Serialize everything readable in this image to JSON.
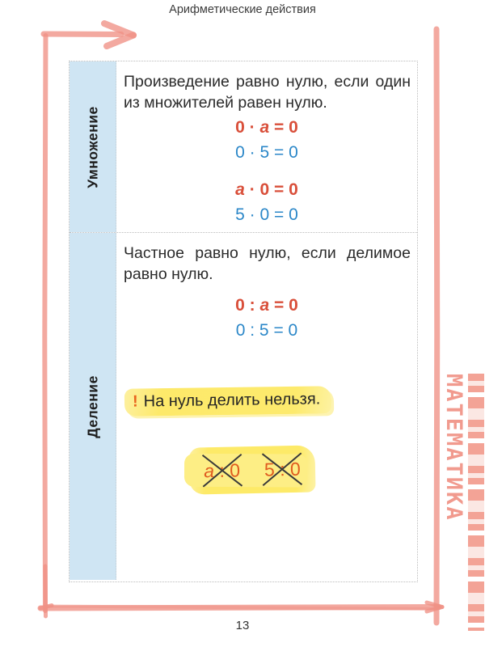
{
  "page": {
    "title": "Арифметические действия",
    "page_number": "13",
    "side_label": "МАТЕМАТИКА"
  },
  "colors": {
    "frame_pink": "#ef9185",
    "sidebar_blue": "#cfe5f3",
    "formula_red": "#d94f3a",
    "formula_blue": "#2b87c8",
    "highlight_yellow": "#fdea68",
    "forbidden_orange": "#e05c20",
    "warning_mark_orange": "#e8641f",
    "cross_black": "#3a3a3a"
  },
  "sections": {
    "multiplication": {
      "label": "Умножение",
      "rule": "Произведение равно нулю, если один из множителей равен нулю.",
      "formulas": [
        {
          "pre": "0 · ",
          "var": "a",
          "post": " = 0",
          "style": "red"
        },
        {
          "pre": "0 · 5 = 0",
          "var": "",
          "post": "",
          "style": "blue"
        },
        {
          "pre": "",
          "var": "a",
          "post": " · 0 = 0",
          "style": "red"
        },
        {
          "pre": "5 · 0 = 0",
          "var": "",
          "post": "",
          "style": "blue"
        }
      ]
    },
    "division": {
      "label": "Деление",
      "rule": "Частное равно нулю, если делимое равно нулю.",
      "formulas": [
        {
          "pre": "0 : ",
          "var": "a",
          "post": " = 0",
          "style": "red"
        },
        {
          "pre": "0 : 5 = 0",
          "var": "",
          "post": "",
          "style": "blue"
        }
      ],
      "warning": {
        "mark": "!",
        "text": "На нуль делить нельзя."
      },
      "forbidden": [
        {
          "var": "a",
          "rest": " : 0"
        },
        {
          "var": "",
          "rest": "5 : 0"
        }
      ]
    }
  }
}
